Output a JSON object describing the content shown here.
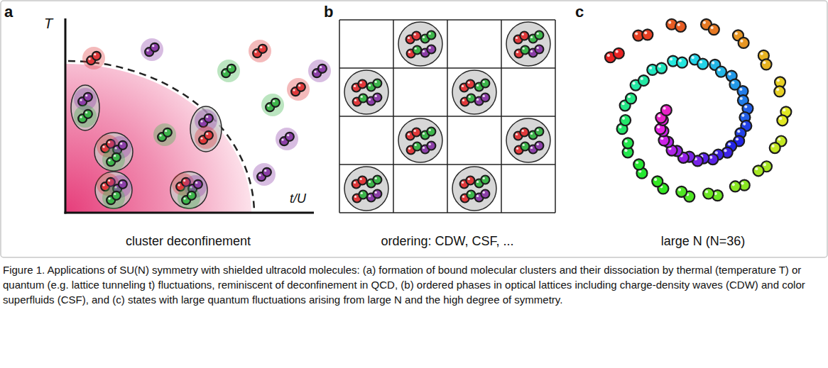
{
  "diagram": {
    "caption": "Figure 1. Applications of SU(N) symmetry with shielded ultracold molecules: (a) formation of bound molecular clusters and their dissociation by thermal (temperature T) or quantum (e.g. lattice tunneling t) fluctuations, reminiscent of deconfinement in QCD, (b) ordered phases in optical lattices including charge-density waves (CDW) and color superfluids (CSF), and (c) states with large quantum fluctuations arising from large N and the high degree of symmetry.",
    "labels": [
      "a",
      "b",
      "c",
      "T",
      "t/U",
      "cluster deconfinement",
      "ordering: CDW, CSF, ...",
      "large N (N=36)"
    ]
  }
}
